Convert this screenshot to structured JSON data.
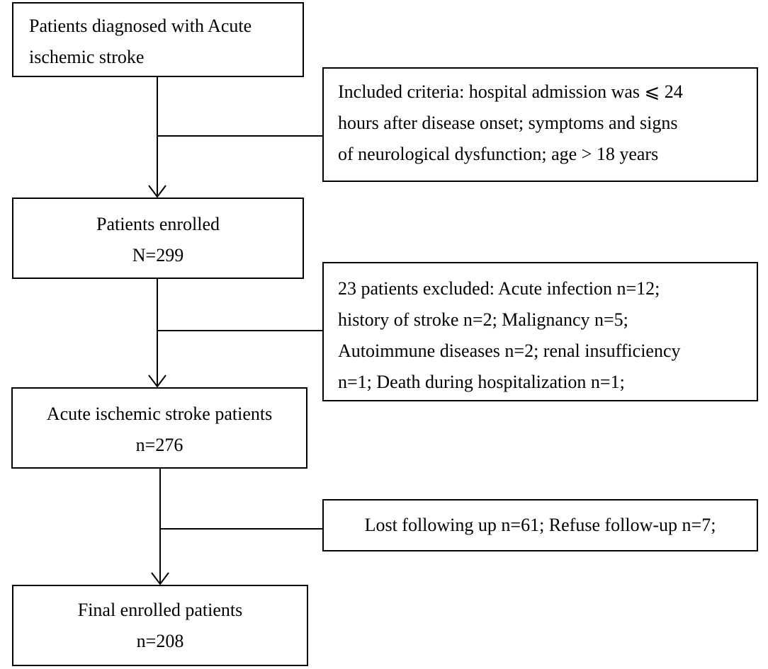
{
  "nodes": {
    "diagnosed": {
      "lines": [
        "Patients diagnosed with Acute",
        "ischemic stroke"
      ]
    },
    "inclusion": {
      "lines": [
        "Included criteria: hospital admission was  ⩽  24",
        "hours after disease onset; symptoms and signs",
        "of neurological dysfunction; age > 18 years"
      ]
    },
    "enrolled": {
      "lines": [
        "Patients enrolled",
        "N=299"
      ]
    },
    "excluded": {
      "lines": [
        "23 patients excluded: Acute infection n=12;",
        "history of stroke n=2; Malignancy n=5;",
        "Autoimmune diseases n=2; renal insufficiency",
        "n=1; Death during hospitalization n=1;"
      ]
    },
    "ais_patients": {
      "lines": [
        "Acute ischemic stroke patients",
        "n=276"
      ]
    },
    "lost": {
      "lines": [
        "Lost following up n=61; Refuse follow-up n=7;"
      ]
    },
    "final": {
      "lines": [
        "Final enrolled patients",
        "n=208"
      ]
    }
  }
}
